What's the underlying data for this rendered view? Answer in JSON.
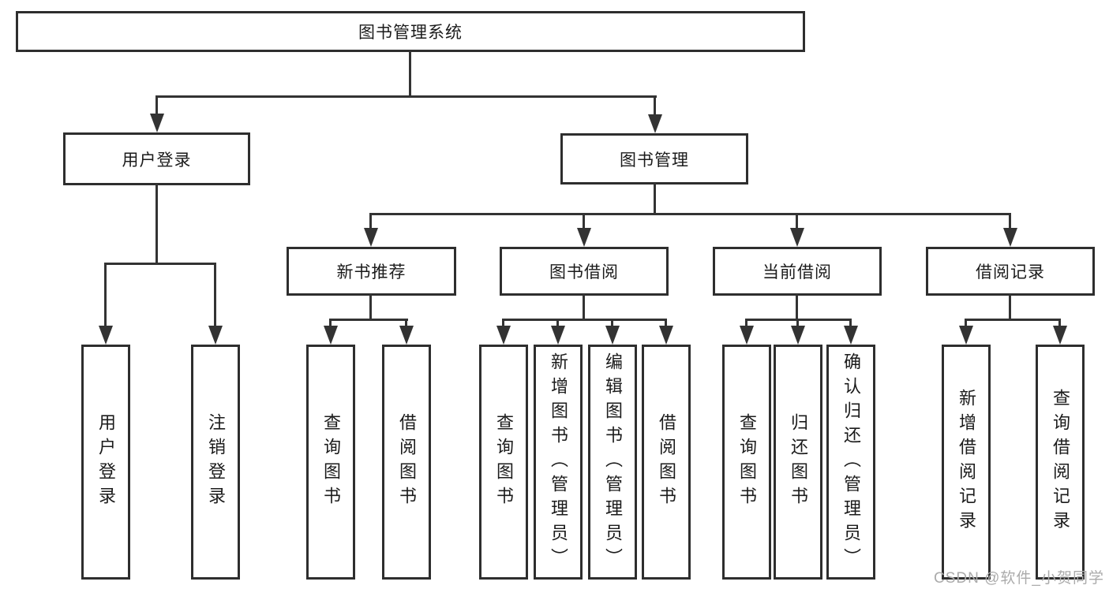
{
  "title": {
    "label": "图书管理系统"
  },
  "branches": {
    "user_login": {
      "label": "用户登录",
      "children": [
        {
          "label": "用户登录"
        },
        {
          "label": "注销登录"
        }
      ]
    },
    "book_management": {
      "label": "图书管理",
      "sections": [
        {
          "label": "新书推荐",
          "children": [
            {
              "label": "查询图书"
            },
            {
              "label": "借阅图书"
            }
          ]
        },
        {
          "label": "图书借阅",
          "children": [
            {
              "label": "查询图书"
            },
            {
              "label": "新增图书（管理员）"
            },
            {
              "label": "编辑图书（管理员）"
            },
            {
              "label": "借阅图书"
            }
          ]
        },
        {
          "label": "当前借阅",
          "children": [
            {
              "label": "查询图书"
            },
            {
              "label": "归还图书"
            },
            {
              "label": "确认归还（管理员）"
            }
          ]
        },
        {
          "label": "借阅记录",
          "children": [
            {
              "label": "新增借阅记录"
            },
            {
              "label": "查询借阅记录"
            }
          ]
        }
      ]
    }
  },
  "watermark": {
    "text": "CSDN @软件_小贺同学"
  },
  "colors": {
    "background": "#ffffff",
    "box_border": "#2e2e2e",
    "line": "#333333",
    "text": "#1b1b1b",
    "watermark": "#ababab"
  }
}
